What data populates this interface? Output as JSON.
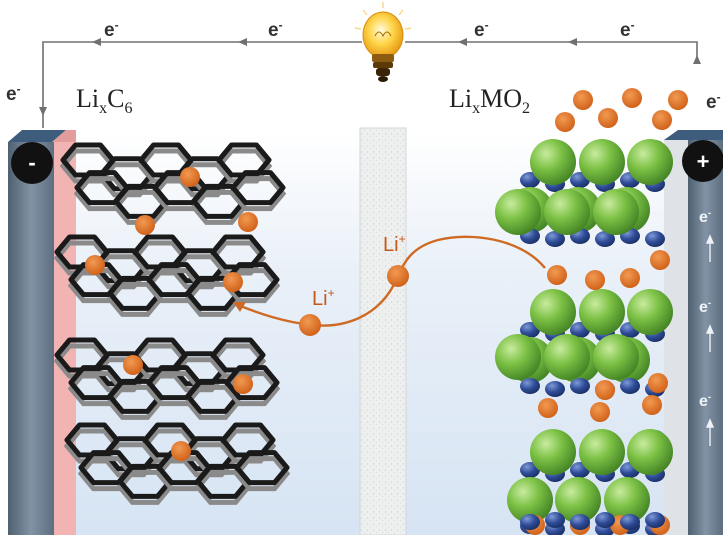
{
  "circuit": {
    "electron_label": "e",
    "electron_superscript": "-"
  },
  "anode": {
    "formula_main": "Li",
    "formula_sub": "x",
    "formula_rest": "C",
    "formula_sub2": "6",
    "terminal_sign": "-"
  },
  "cathode": {
    "formula_main": "Li",
    "formula_sub": "x",
    "formula_rest": "MO",
    "formula_sub2": "2",
    "terminal_sign": "+"
  },
  "ion": {
    "label": "Li",
    "charge": "+"
  },
  "colors": {
    "wire": "#707070",
    "ion": "#d5641b",
    "ion_path": "#cf6a25",
    "oxide_sphere": "#6db33f",
    "metal_sphere": "#2a4a8f",
    "electrolyte": "#dfeaf6",
    "collector": "#5f7385",
    "bulb": "#f4b21d"
  },
  "icons": [
    "lightbulb-icon",
    "minus-terminal-icon",
    "plus-terminal-icon",
    "graphite-layer-icon",
    "separator-icon"
  ]
}
